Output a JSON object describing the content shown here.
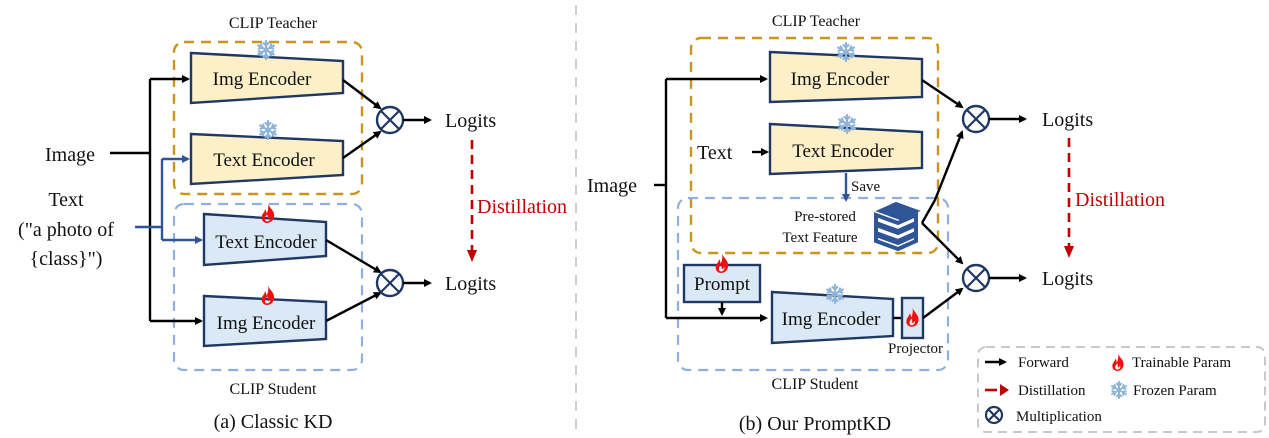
{
  "figure": {
    "panel_a": {
      "caption": "(a) Classic KD",
      "teacher_label": "CLIP Teacher",
      "student_label": "CLIP Student",
      "input_image": "Image",
      "input_text_line1": "Text",
      "input_text_line2": "(\"a photo of",
      "input_text_line3": "{class}\")",
      "teacher_img_encoder": "Img Encoder",
      "teacher_text_encoder": "Text Encoder",
      "student_text_encoder": "Text Encoder",
      "student_img_encoder": "Img Encoder",
      "logits_top": "Logits",
      "logits_bottom": "Logits",
      "distillation": "Distillation"
    },
    "panel_b": {
      "caption": "(b) Our PromptKD",
      "teacher_label": "CLIP Teacher",
      "student_label": "CLIP Student",
      "input_image": "Image",
      "input_text": "Text",
      "teacher_img_encoder": "Img Encoder",
      "teacher_text_encoder": "Text Encoder",
      "save_label": "Save",
      "prestored_line1": "Pre-stored",
      "prestored_line2": "Text Feature",
      "prompt": "Prompt",
      "student_img_encoder": "Img Encoder",
      "projector": "Projector",
      "logits_top": "Logits",
      "logits_bottom": "Logits",
      "distillation": "Distillation"
    },
    "legend": {
      "forward": "Forward",
      "distillation": "Distillation",
      "multiplication": "Multiplication",
      "trainable": "Trainable Param",
      "frozen": "Frozen Param"
    },
    "icons": {
      "frozen": "snowflake-icon",
      "trainable": "flame-icon",
      "storage": "books-icon",
      "multiply": "circled-times-icon"
    },
    "colors": {
      "teacher_border": "#c8961e",
      "student_border": "#8fb0dc",
      "frozen_fill": "#fdf0c8",
      "trainable_fill": "#dbe8f6",
      "distillation": "#c00000",
      "encoder_border": "#1f3864",
      "text_flow": "#2f5597"
    }
  }
}
